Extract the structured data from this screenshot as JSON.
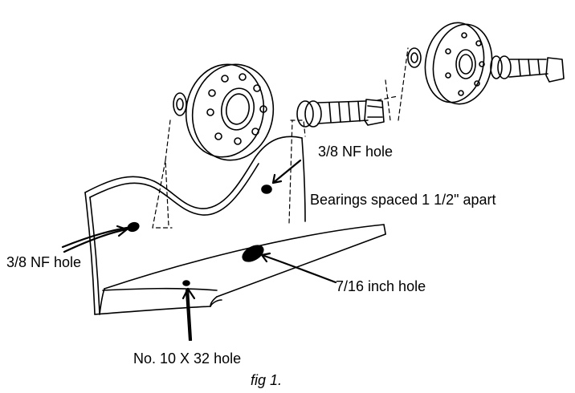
{
  "labels": {
    "top_hole": "3/8 NF hole",
    "bearing_spacing": "Bearings spaced 1 1/2\" apart",
    "left_hole": "3/8 NF hole",
    "large_hole": "7/16 inch hole",
    "small_hole": "No. 10 X 32 hole"
  },
  "caption": "fig 1.",
  "colors": {
    "ink": "#000000",
    "paper": "#ffffff"
  }
}
